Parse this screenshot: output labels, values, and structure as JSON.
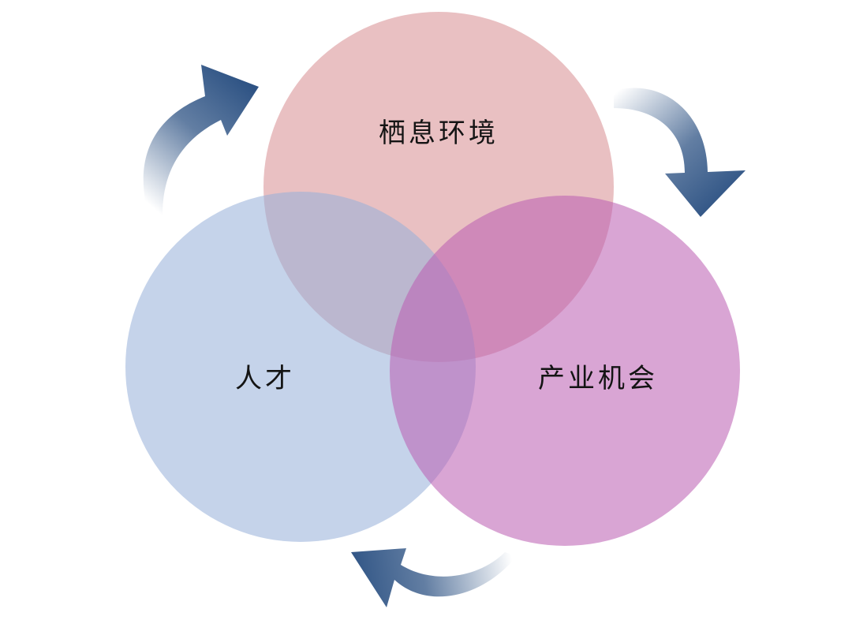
{
  "diagram": {
    "circles": [
      {
        "id": "habitat",
        "label": "栖息环境",
        "color": "#dc9a9c",
        "opacity": 0.62
      },
      {
        "id": "talent",
        "label": "人才",
        "color": "#97b1da",
        "opacity": 0.56
      },
      {
        "id": "industry",
        "label": "产业机会",
        "color": "#bb5fb3",
        "opacity": 0.56
      }
    ],
    "arrow_color": "#2e5384",
    "arrow_direction": "clockwise"
  }
}
